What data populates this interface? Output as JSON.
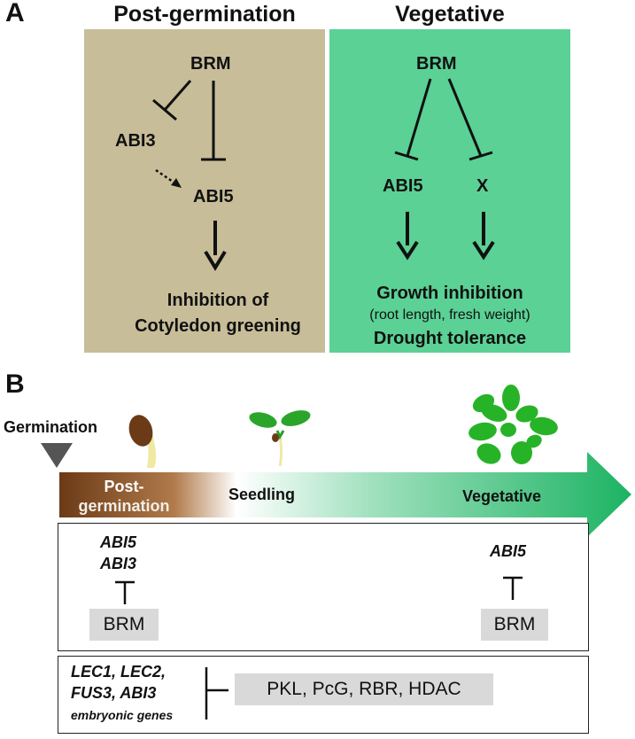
{
  "panel_a": {
    "letter": "A",
    "left": {
      "title": "Post-germination",
      "nodes": {
        "brm": "BRM",
        "abi3": "ABI3",
        "abi5": "ABI5"
      },
      "outcome_line1": "Inhibition of",
      "outcome_line2": "Cotyledon greening",
      "background_color": "#c8bd99"
    },
    "right": {
      "title": "Vegetative",
      "nodes": {
        "brm": "BRM",
        "abi5": "ABI5",
        "x": "X"
      },
      "outcome_line1": "Growth inhibition",
      "outcome_note": "(root length, fresh weight)",
      "outcome_line2": "Drought tolerance",
      "background_color": "#5bd195"
    }
  },
  "panel_b": {
    "letter": "B",
    "germination_label": "Germination",
    "timeline": {
      "stage1_line1": "Post-",
      "stage1_line2": "germination",
      "stage2": "Seedling",
      "stage3": "Vegetative",
      "colors": {
        "start": "#6b3a16",
        "mid": "#ffffff",
        "end": "#1cb363"
      }
    },
    "repression_box": {
      "left_genes": [
        "ABI5",
        "ABI3"
      ],
      "left_repressor": "BRM",
      "right_genes": [
        "ABI5"
      ],
      "right_repressor": "BRM"
    },
    "embryonic_box": {
      "genes_line1": "LEC1, LEC2,",
      "genes_line2": "FUS3, ABI3",
      "genes_caption": "embryonic genes",
      "repressors": "PKL, PcG, RBR, HDAC"
    }
  }
}
